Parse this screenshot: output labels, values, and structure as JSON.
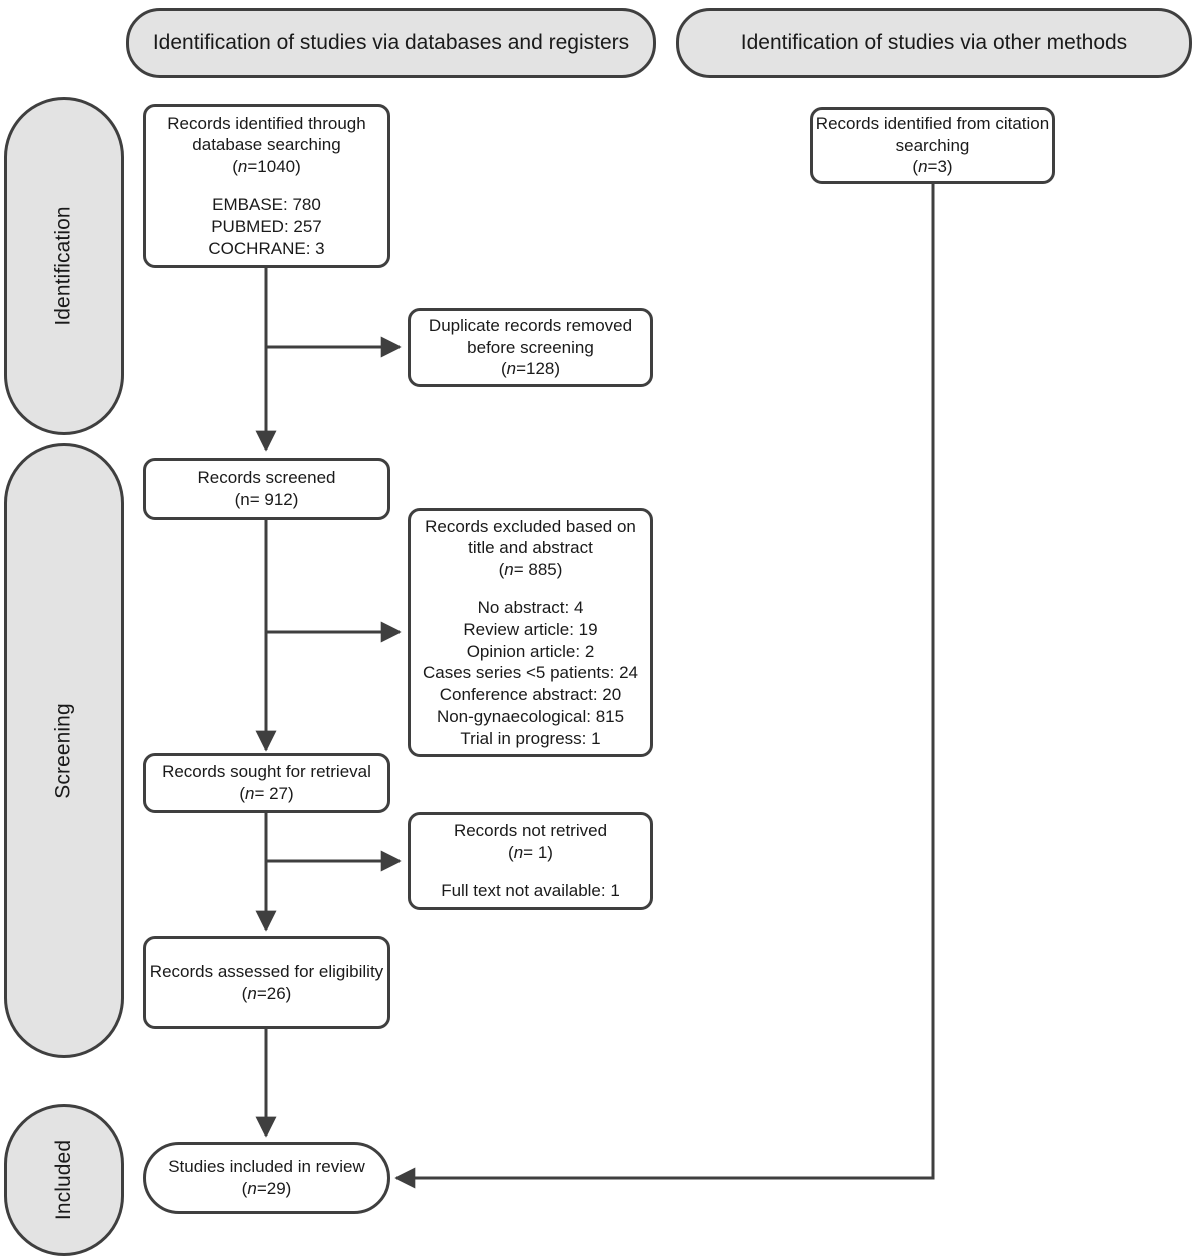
{
  "diagram": {
    "type": "prisma-flow-diagram",
    "title": "PRISMA 2020 flow diagram",
    "colors": {
      "stroke": "#3f3f3f",
      "stage_fill": "#e3e3e3",
      "box_fill": "#ffffff",
      "text": "#1a1a1a",
      "page_background": "#ffffff"
    }
  },
  "banners": [
    {
      "id": "databases",
      "label": "Identification of studies via databases and registers"
    },
    {
      "id": "other",
      "label": "Identification of studies via other methods"
    }
  ],
  "stages": [
    {
      "id": "identification",
      "label": "Identification"
    },
    {
      "id": "screening",
      "label": "Screening"
    },
    {
      "id": "included",
      "label": "Included"
    }
  ],
  "nodes": {
    "records_identified_db": {
      "name": "records-identified-database",
      "lines": [
        "Records identified through",
        "database searching",
        "(n=1040)",
        "",
        "EMBASE: 780",
        "PUBMED: 257",
        "COCHRANE: 3"
      ],
      "count_label": "(n=1040)",
      "count": 1040,
      "sources": [
        {
          "name": "EMBASE",
          "count": 780
        },
        {
          "name": "PUBMED",
          "count": 257
        },
        {
          "name": "COCHRANE",
          "count": 3
        }
      ]
    },
    "records_identified_citation": {
      "name": "records-identified-citation-searching",
      "lines": [
        "Records identified from citation",
        "searching",
        "(n=3)"
      ],
      "count_label": "(n=3)",
      "count": 3
    },
    "duplicates_removed": {
      "name": "duplicate-records-removed",
      "lines": [
        "Duplicate records removed",
        "before screening",
        "(n=128)"
      ],
      "count_label": "(n=128)",
      "count": 128
    },
    "records_screened": {
      "name": "records-screened",
      "lines": [
        "Records screened",
        "(n= 912)"
      ],
      "count_label": "(n= 912)",
      "count": 912
    },
    "records_excluded": {
      "name": "records-excluded-title-abstract",
      "lines": [
        "Records excluded based on",
        "title and abstract",
        "(n= 885)",
        "",
        "No abstract: 4",
        "Review article: 19",
        "Opinion article: 2",
        "Cases series <5 patients: 24",
        "Conference abstract: 20",
        "Non-gynaecological: 815",
        "Trial in progress: 1"
      ],
      "count_label": "(n= 885)",
      "count": 885,
      "reasons": [
        {
          "reason": "No abstract",
          "count": 4
        },
        {
          "reason": "Review article",
          "count": 19
        },
        {
          "reason": "Opinion article",
          "count": 2
        },
        {
          "reason": "Cases series <5 patients",
          "count": 24
        },
        {
          "reason": "Conference abstract",
          "count": 20
        },
        {
          "reason": "Non-gynaecological",
          "count": 815
        },
        {
          "reason": "Trial in progress",
          "count": 1
        }
      ]
    },
    "records_sought": {
      "name": "records-sought-for-retrieval",
      "lines": [
        "Records sought for retrieval",
        "(n= 27)"
      ],
      "count_label": "(n= 27)",
      "count": 27
    },
    "records_not_retrieved": {
      "name": "records-not-retrieved",
      "lines": [
        "Records not retrived",
        "(n= 1)",
        "",
        "Full text not available: 1"
      ],
      "count_label": "(n= 1)",
      "count": 1,
      "reasons": [
        {
          "reason": "Full text not available",
          "count": 1
        }
      ]
    },
    "records_assessed": {
      "name": "records-assessed-for-eligibility",
      "lines": [
        "Records assessed for eligibility",
        "(n=26)"
      ],
      "count_label": "(n=26)",
      "count": 26
    },
    "studies_included": {
      "name": "studies-included-in-review",
      "lines": [
        "Studies included in review",
        "(n=29)"
      ],
      "count_label": "(n=29)",
      "count": 29
    }
  }
}
